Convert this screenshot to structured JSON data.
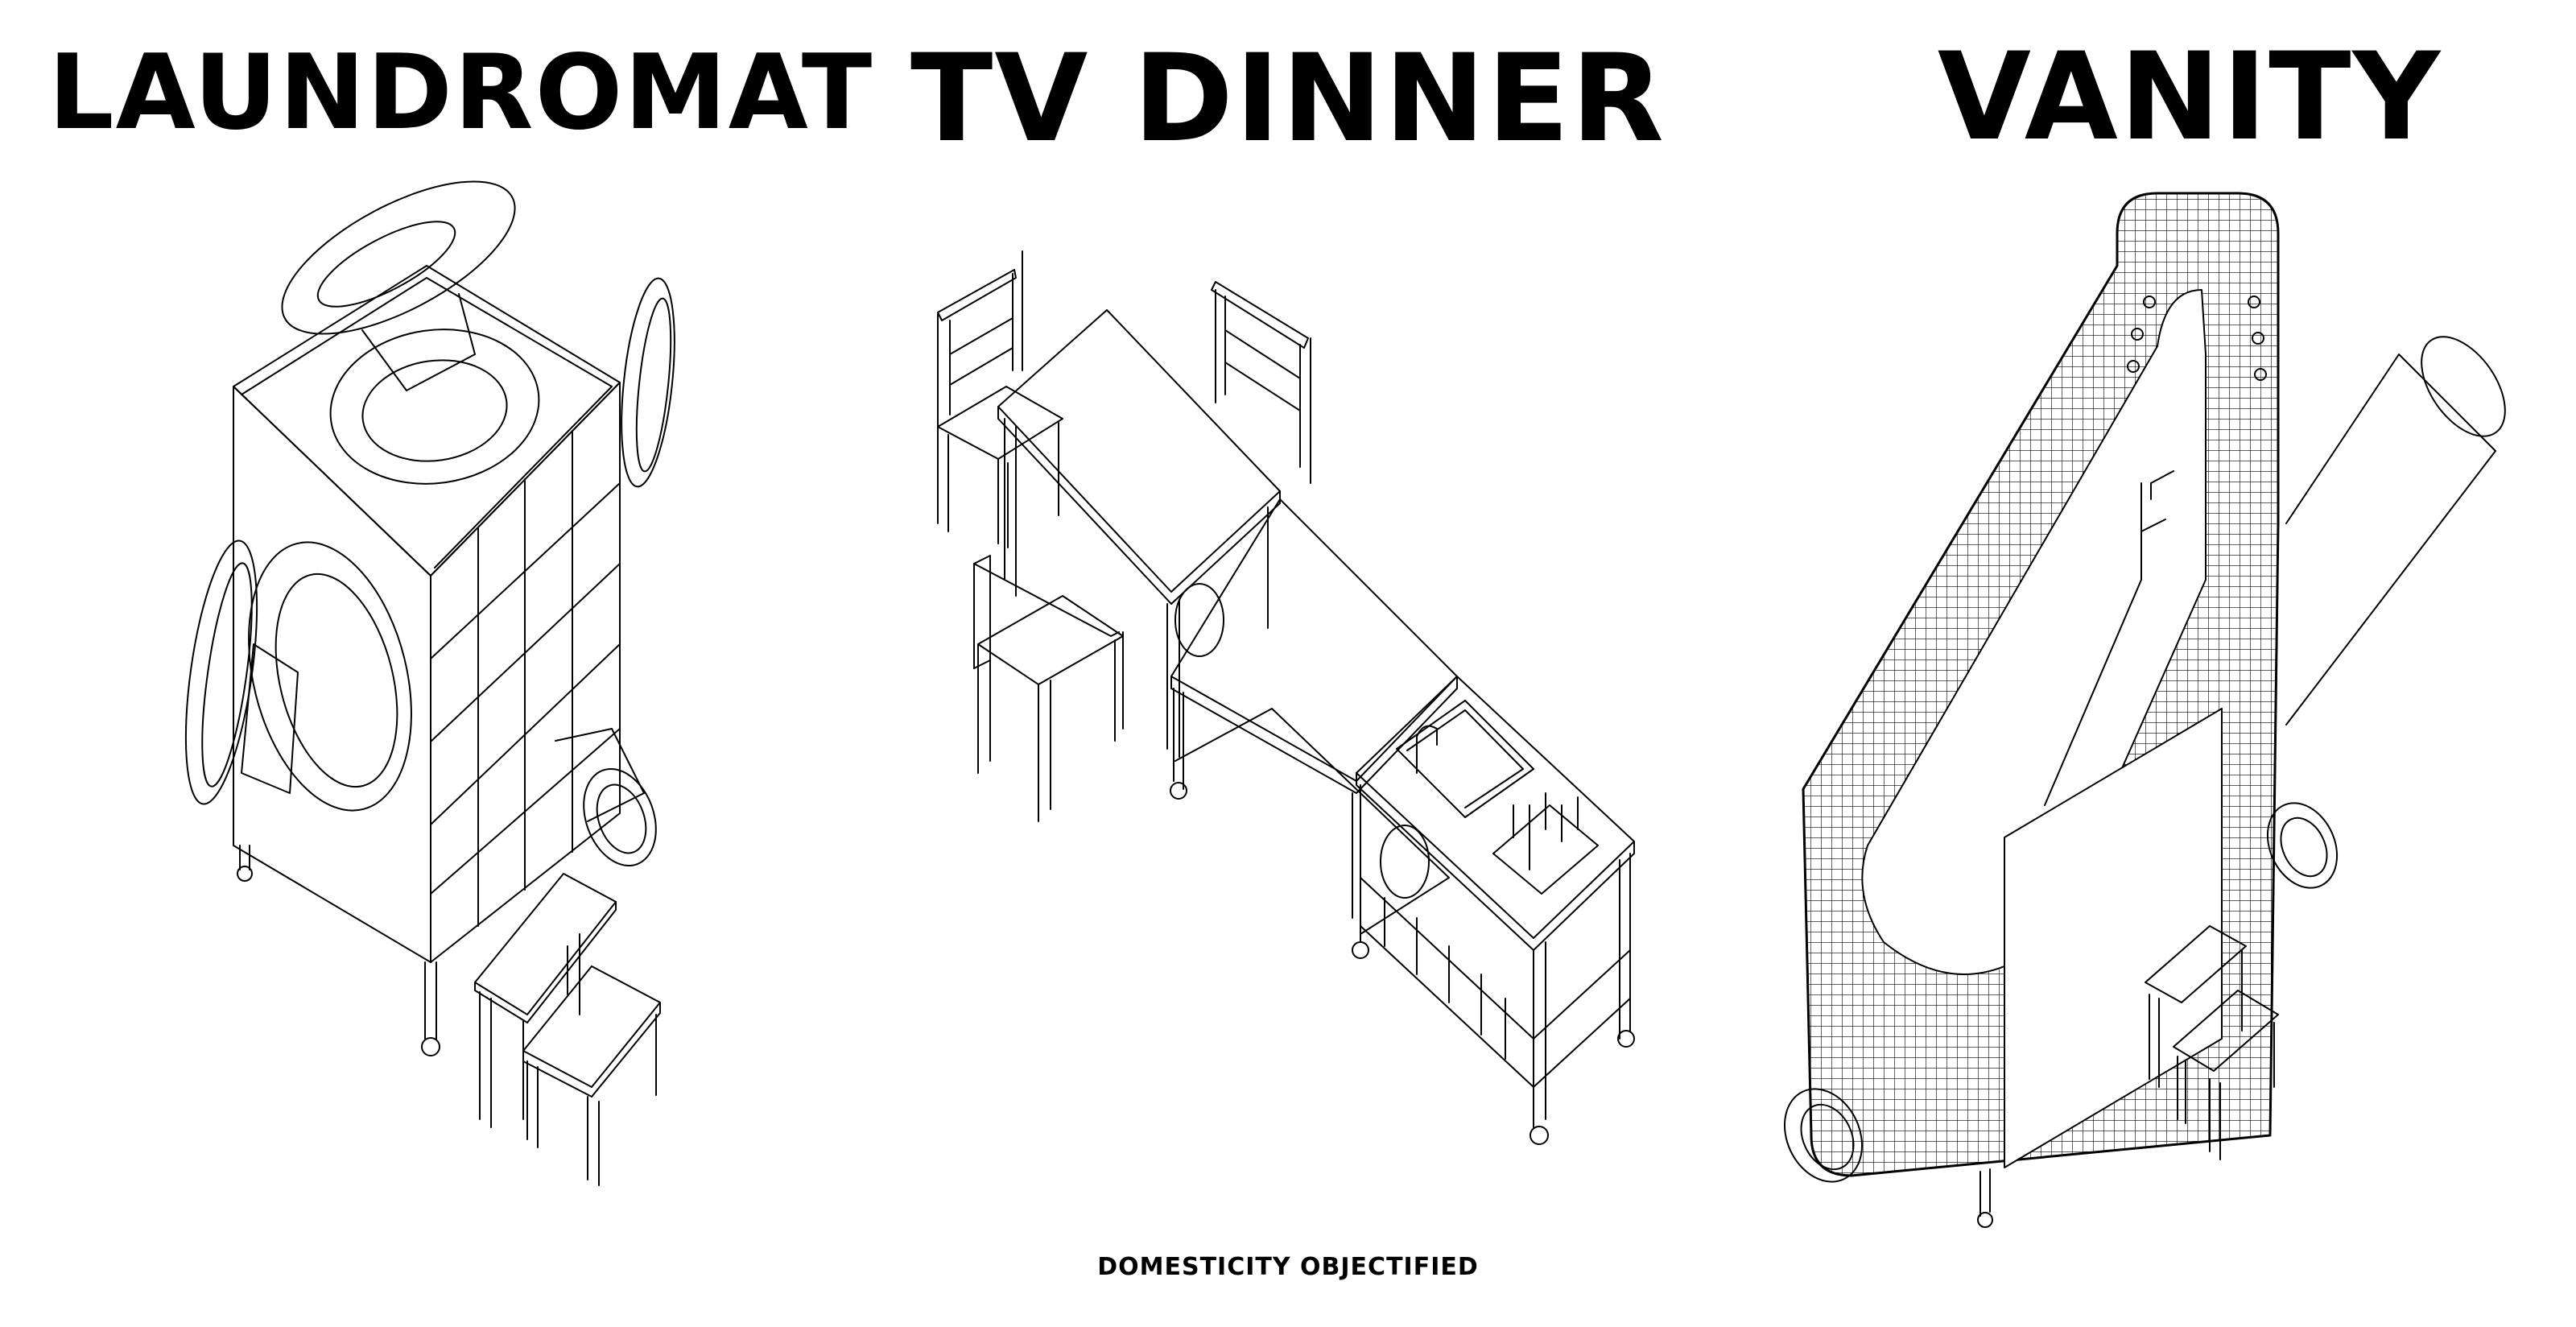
{
  "titles": {
    "laundromat": "LAUNDROMAT",
    "tv_dinner": "TV DINNER",
    "vanity": "VANITY"
  },
  "caption": "DOMESTICITY OBJECTIFIED",
  "colors": {
    "ink": "#000000",
    "paper": "#ffffff"
  }
}
